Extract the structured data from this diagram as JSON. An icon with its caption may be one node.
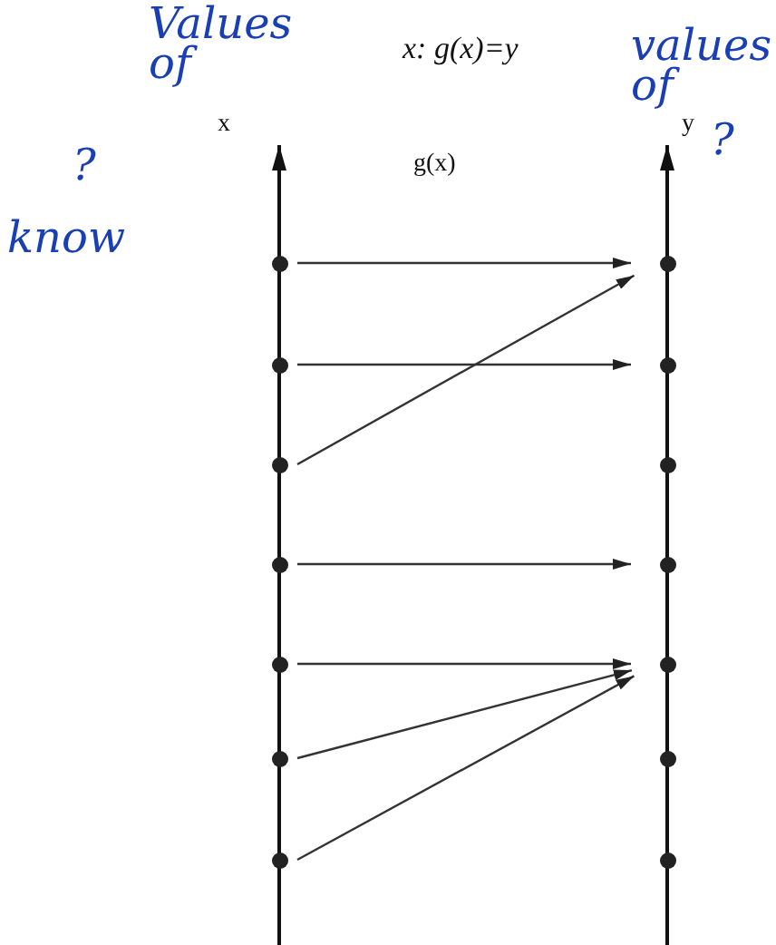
{
  "diagram": {
    "title": "x: g(x)=y",
    "nodes": [
      {
        "text": [],
        "shape": "circle"
      },
      {
        "text": [],
        "shape": "circle"
      },
      {
        "text": [],
        "shape": "circle"
      },
      {
        "text": [],
        "shape": "circle"
      },
      {
        "text": [],
        "shape": "circle"
      },
      {
        "text": [],
        "shape": "circle"
      },
      {
        "text": [],
        "shape": "circle"
      },
      {
        "text": [],
        "shape": "circle"
      },
      {
        "text": [],
        "shape": "circle"
      },
      {
        "text": [],
        "shape": "circle"
      },
      {
        "text": [],
        "shape": "circle"
      },
      {
        "text": [],
        "shape": "circle"
      },
      {
        "text": [],
        "shape": "circle"
      },
      {
        "text": [],
        "shape": "circle"
      }
    ],
    "edges": [
      {
        "from": 0,
        "to": 7,
        "arrow": "to"
      },
      {
        "from": 1,
        "to": 8,
        "arrow": "to"
      },
      {
        "from": 2,
        "to": 7,
        "arrow": "to"
      },
      {
        "from": 3,
        "to": 10,
        "arrow": "to"
      },
      {
        "from": 4,
        "to": 11,
        "arrow": "to"
      },
      {
        "from": 5,
        "to": 11,
        "arrow": "to"
      },
      {
        "from": 6,
        "to": 11,
        "arrow": "to"
      }
    ],
    "labels": [
      "Values of",
      "x",
      "g(x)",
      "y",
      "values of",
      "?",
      "know",
      "?"
    ]
  }
}
